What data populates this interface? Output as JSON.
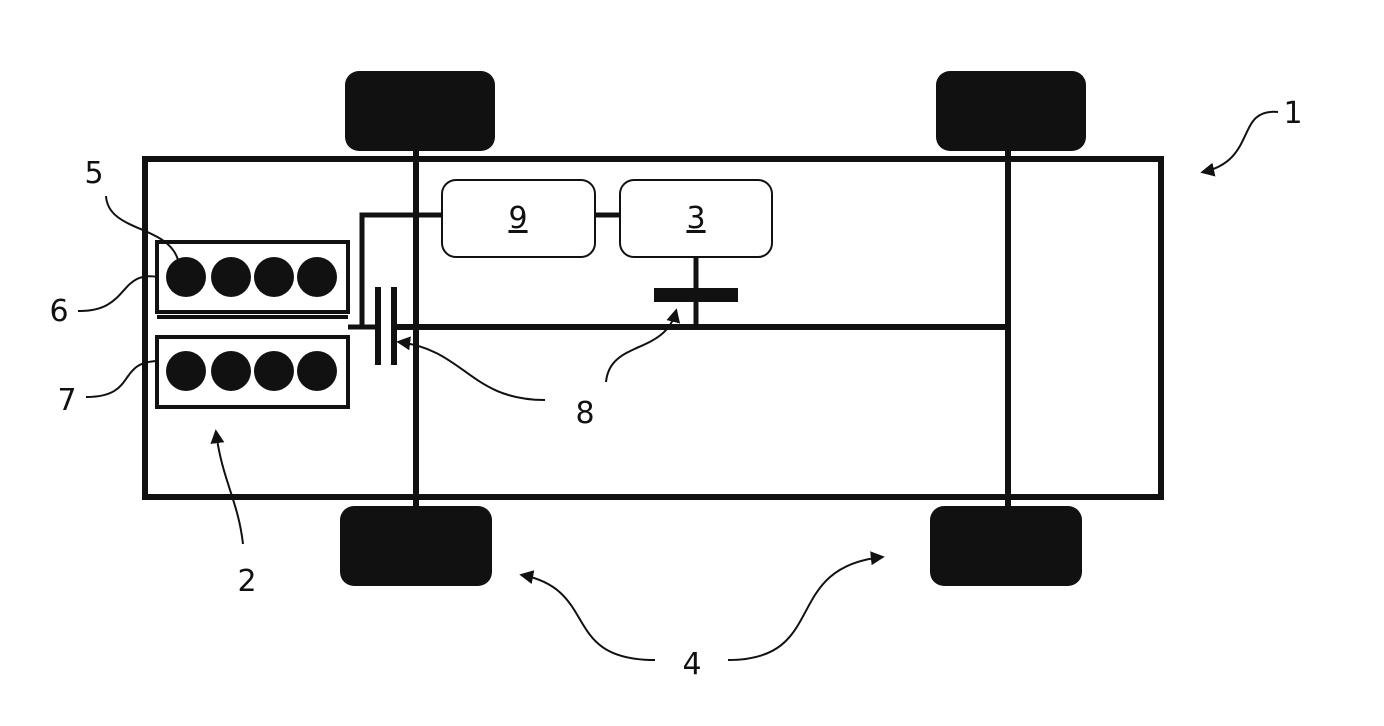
{
  "labels": {
    "vehicle": "1",
    "engine": "2",
    "unit_3": "3",
    "wheels": "4",
    "bank_5": "5",
    "bank_6": "6",
    "bank_7": "7",
    "clutch_8": "8",
    "unit_9": "9"
  },
  "boxes": {
    "box_9": "9",
    "box_3": "3"
  }
}
